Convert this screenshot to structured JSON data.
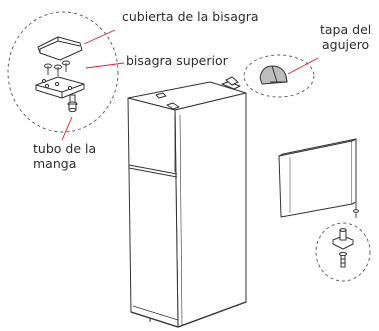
{
  "labels": {
    "hinge_cover": "cubierta de la bisagra",
    "upper_hinge": "bisagra superior",
    "hole_cap_line1": "tapa del",
    "hole_cap_line2": "agujero",
    "sleeve_tube_line1": "tubo de la",
    "sleeve_tube_line2": "manga"
  },
  "colors": {
    "line": "#333333",
    "leader": "#d9232d",
    "text": "#2d2d2d",
    "fill": "#ffffff",
    "part_fill": "#bdbdbd"
  }
}
